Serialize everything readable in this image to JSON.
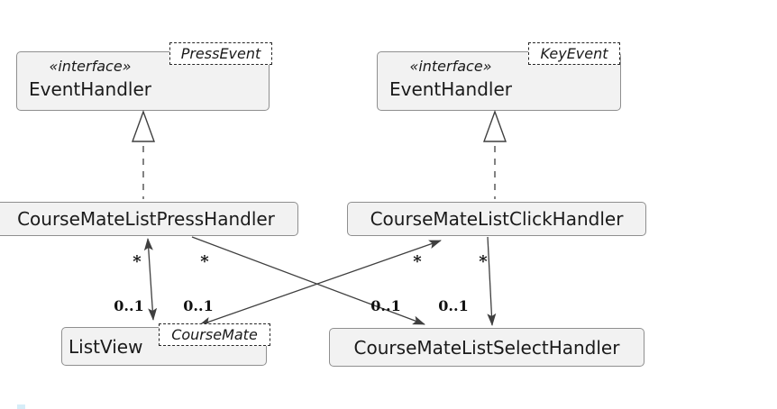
{
  "diagram": {
    "type": "uml-class-diagram",
    "colors": {
      "background": "#ffffff",
      "box_fill": "#f2f2f2",
      "box_border": "#8f8f8f",
      "line": "#3f3f3f",
      "text": "#1a1a1a",
      "tag_border": "#262626",
      "watermark": "#d6edf8"
    },
    "classes": {
      "press_interface": {
        "stereotype": "«interface»",
        "name": "EventHandler",
        "template_tag": "PressEvent"
      },
      "key_interface": {
        "stereotype": "«interface»",
        "name": "EventHandler",
        "template_tag": "KeyEvent"
      },
      "press_handler": {
        "name": "CourseMateListPressHandler"
      },
      "click_handler": {
        "name": "CourseMateListClickHandler"
      },
      "list_view": {
        "name": "ListView",
        "template_tag": "CourseMate"
      },
      "select_handler": {
        "name": "CourseMateListSelectHandler"
      }
    },
    "relations": {
      "press_realizes": {
        "from": "CourseMateListPressHandler",
        "to": "EventHandler",
        "kind": "realization"
      },
      "click_realizes": {
        "from": "CourseMateListClickHandler",
        "to": "EventHandler",
        "kind": "realization"
      }
    },
    "multiplicities": {
      "press_listview_many": "*",
      "press_listview_one": "0..1",
      "press_select_many": "*",
      "press_select_one": "0..1",
      "click_listview_many": "*",
      "click_listview_one": "0..1",
      "click_select_many": "*",
      "click_select_one": "0..1"
    }
  }
}
